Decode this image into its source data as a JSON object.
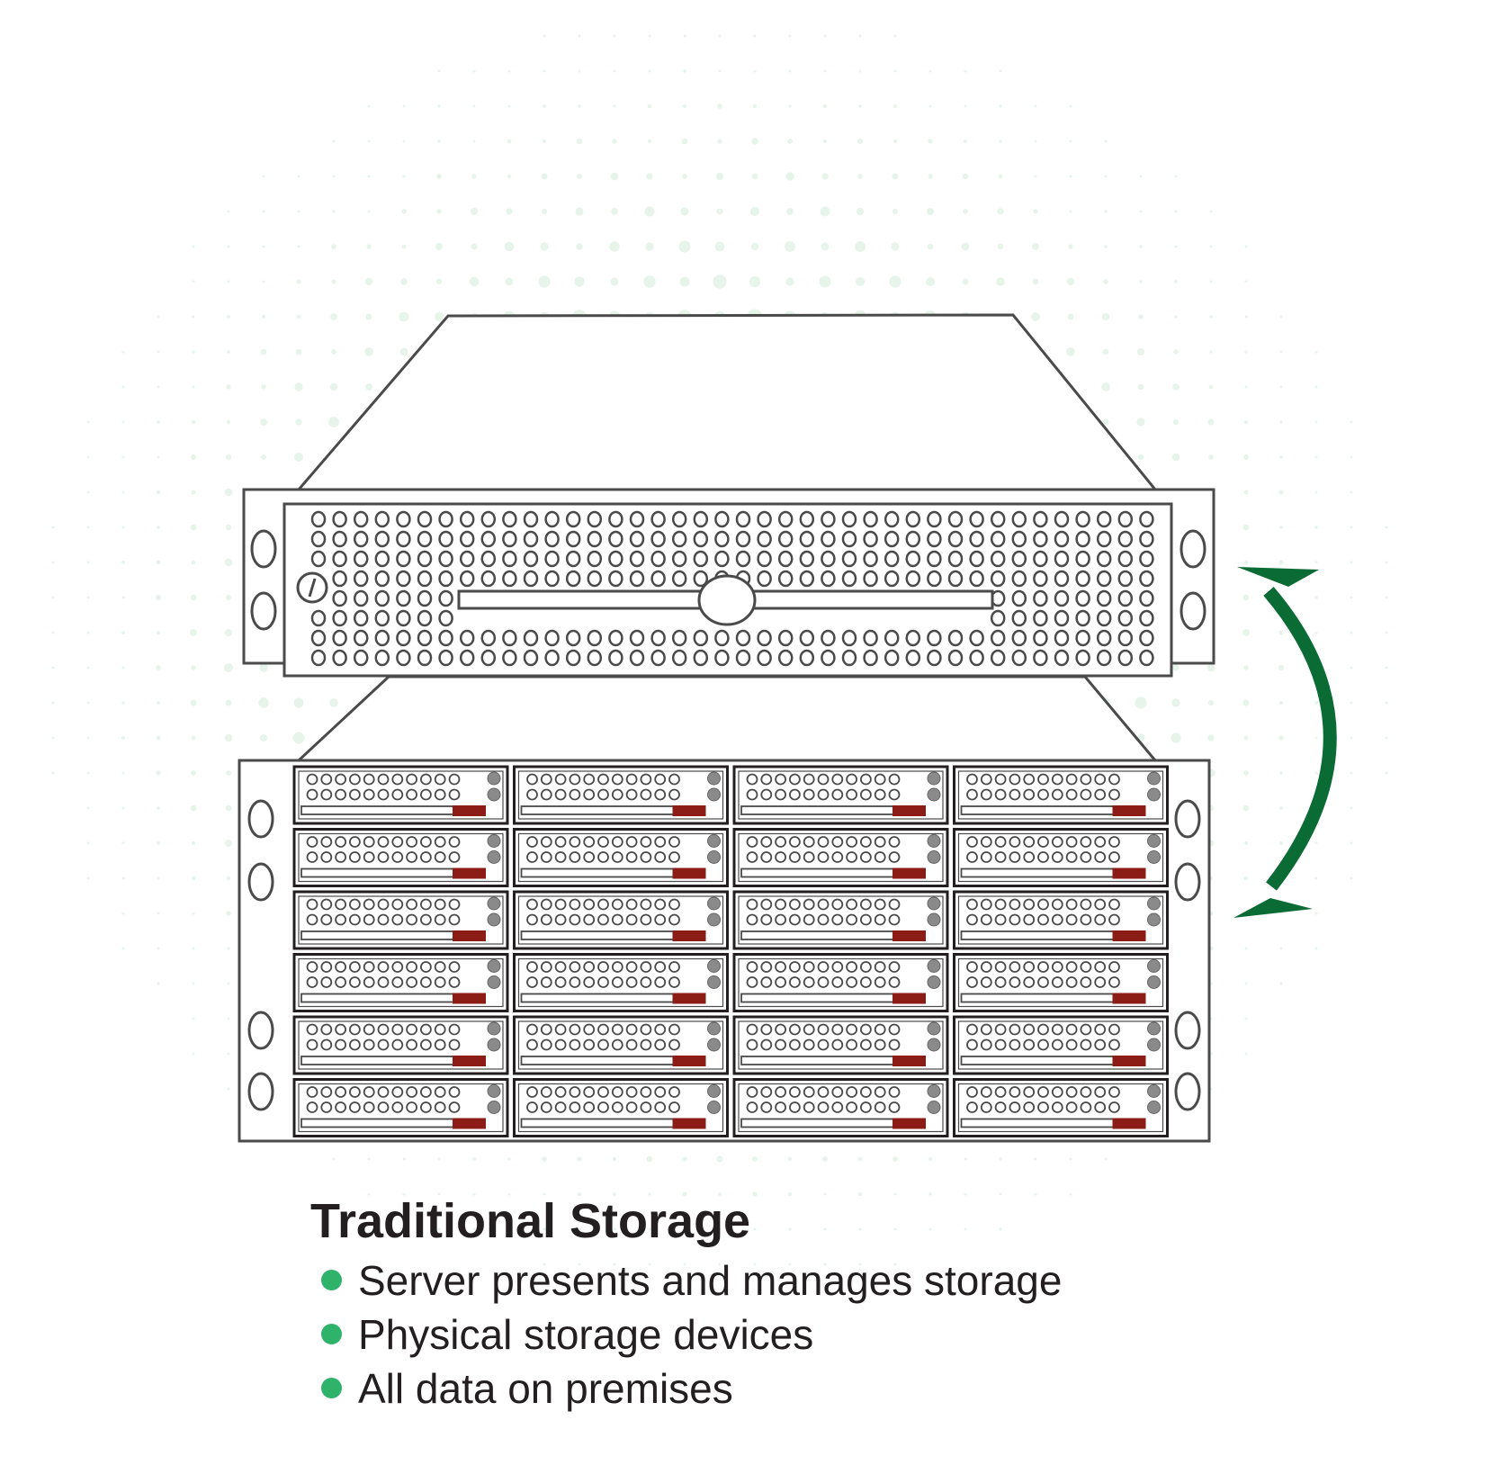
{
  "colors": {
    "bullet": "#2fb36b",
    "arrow": "#0b6b35",
    "drive_handle": "#8c1d16",
    "outline": "#4a4a4a",
    "dot_pattern": "#e6f4ea"
  },
  "icons": {
    "arrow": "double-headed-curved-arrow",
    "logo": "server-badge-logo"
  },
  "caption": {
    "title": "Traditional Storage",
    "bullets": [
      "Server presents and manages storage",
      "Physical storage devices",
      "All data on premises"
    ]
  },
  "storage_array": {
    "rows": 6,
    "columns": 4
  }
}
